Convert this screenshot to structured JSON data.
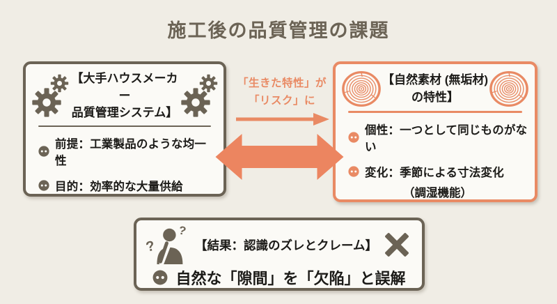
{
  "page": {
    "title": "施工後の品質管理の課題"
  },
  "left_box": {
    "title_line1": "【大手ハウスメーカー",
    "title_line2": "品質管理システム】",
    "bullets": [
      "前提：工業製品のような均一性",
      "目的：効率的な大量供給"
    ]
  },
  "connector": {
    "label_line1": "「生きた特性」が",
    "label_line2": "「リスク」に"
  },
  "right_box": {
    "title_line1": "【自然素材 (無垢材)",
    "title_line2": "の特性】",
    "bullets": [
      "個性：一つとして同じものがない",
      "変化：季節による寸法変化"
    ],
    "bullet_sub": "（調湿機能）"
  },
  "result_box": {
    "title": "【結果：認識のズレとクレーム】",
    "bullet": "自然な「隙間」を「欠陥」と誤解"
  },
  "icons": {
    "left_box": "gear-icon",
    "right_box": "wood-log-icon",
    "result_left": "thinking-person-icon",
    "result_right": "x-mark-icon",
    "bullet": "button-dot-icon"
  },
  "colors": {
    "background": "#f0ede5",
    "panel_bg": "#fbfaf6",
    "dark": "#6b6355",
    "text": "#1c1b18",
    "accent": "#e98a64",
    "arrow": "#ec8560"
  }
}
